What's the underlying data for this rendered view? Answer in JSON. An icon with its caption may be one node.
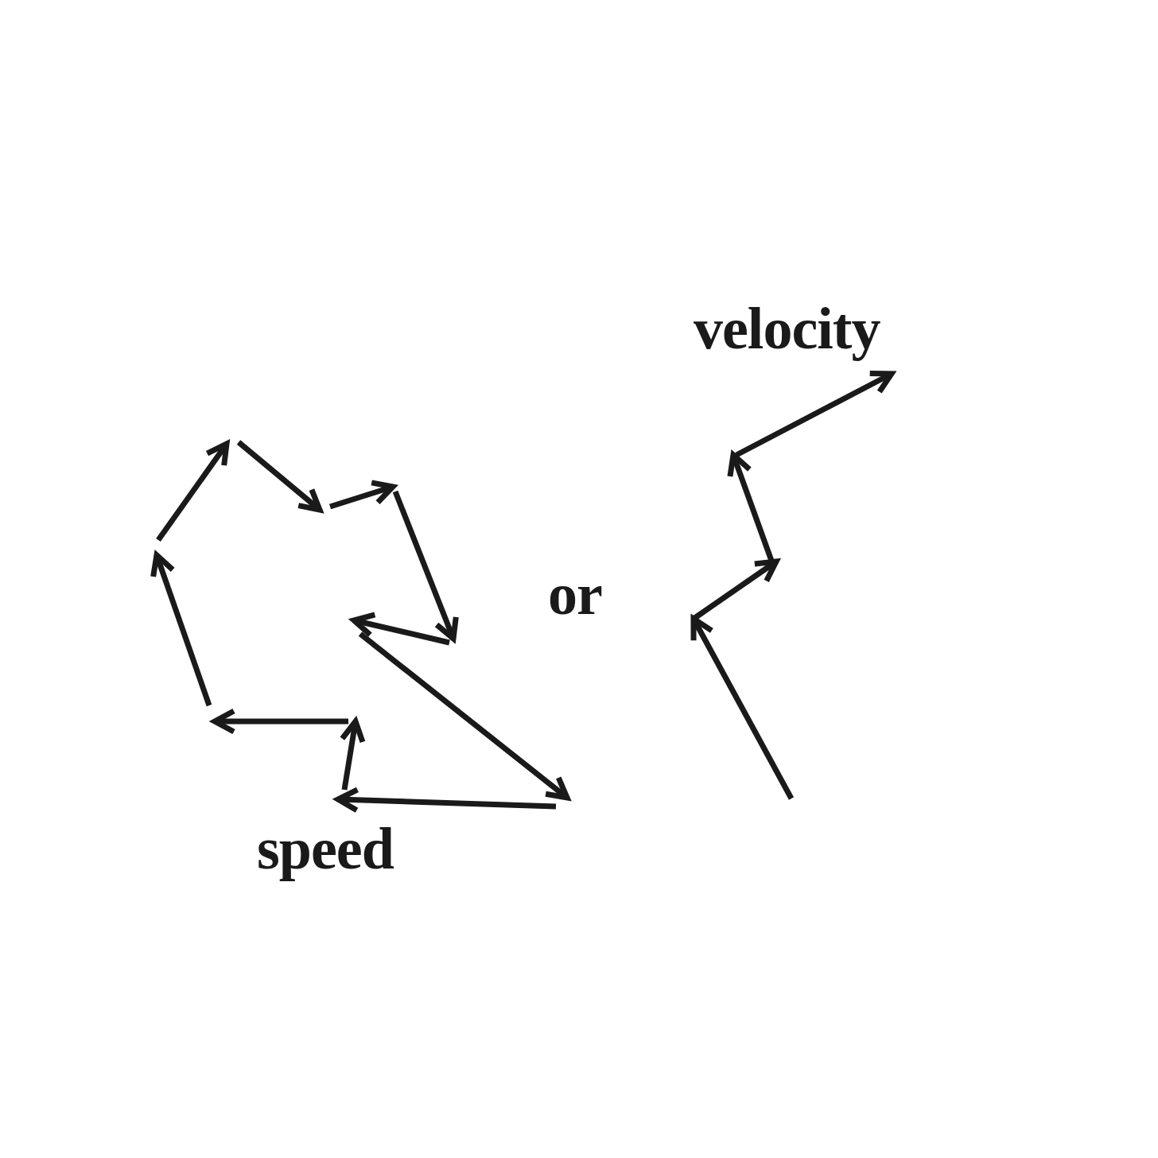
{
  "diagram": {
    "labels": [
      "velocity",
      "or",
      "speed"
    ]
  }
}
